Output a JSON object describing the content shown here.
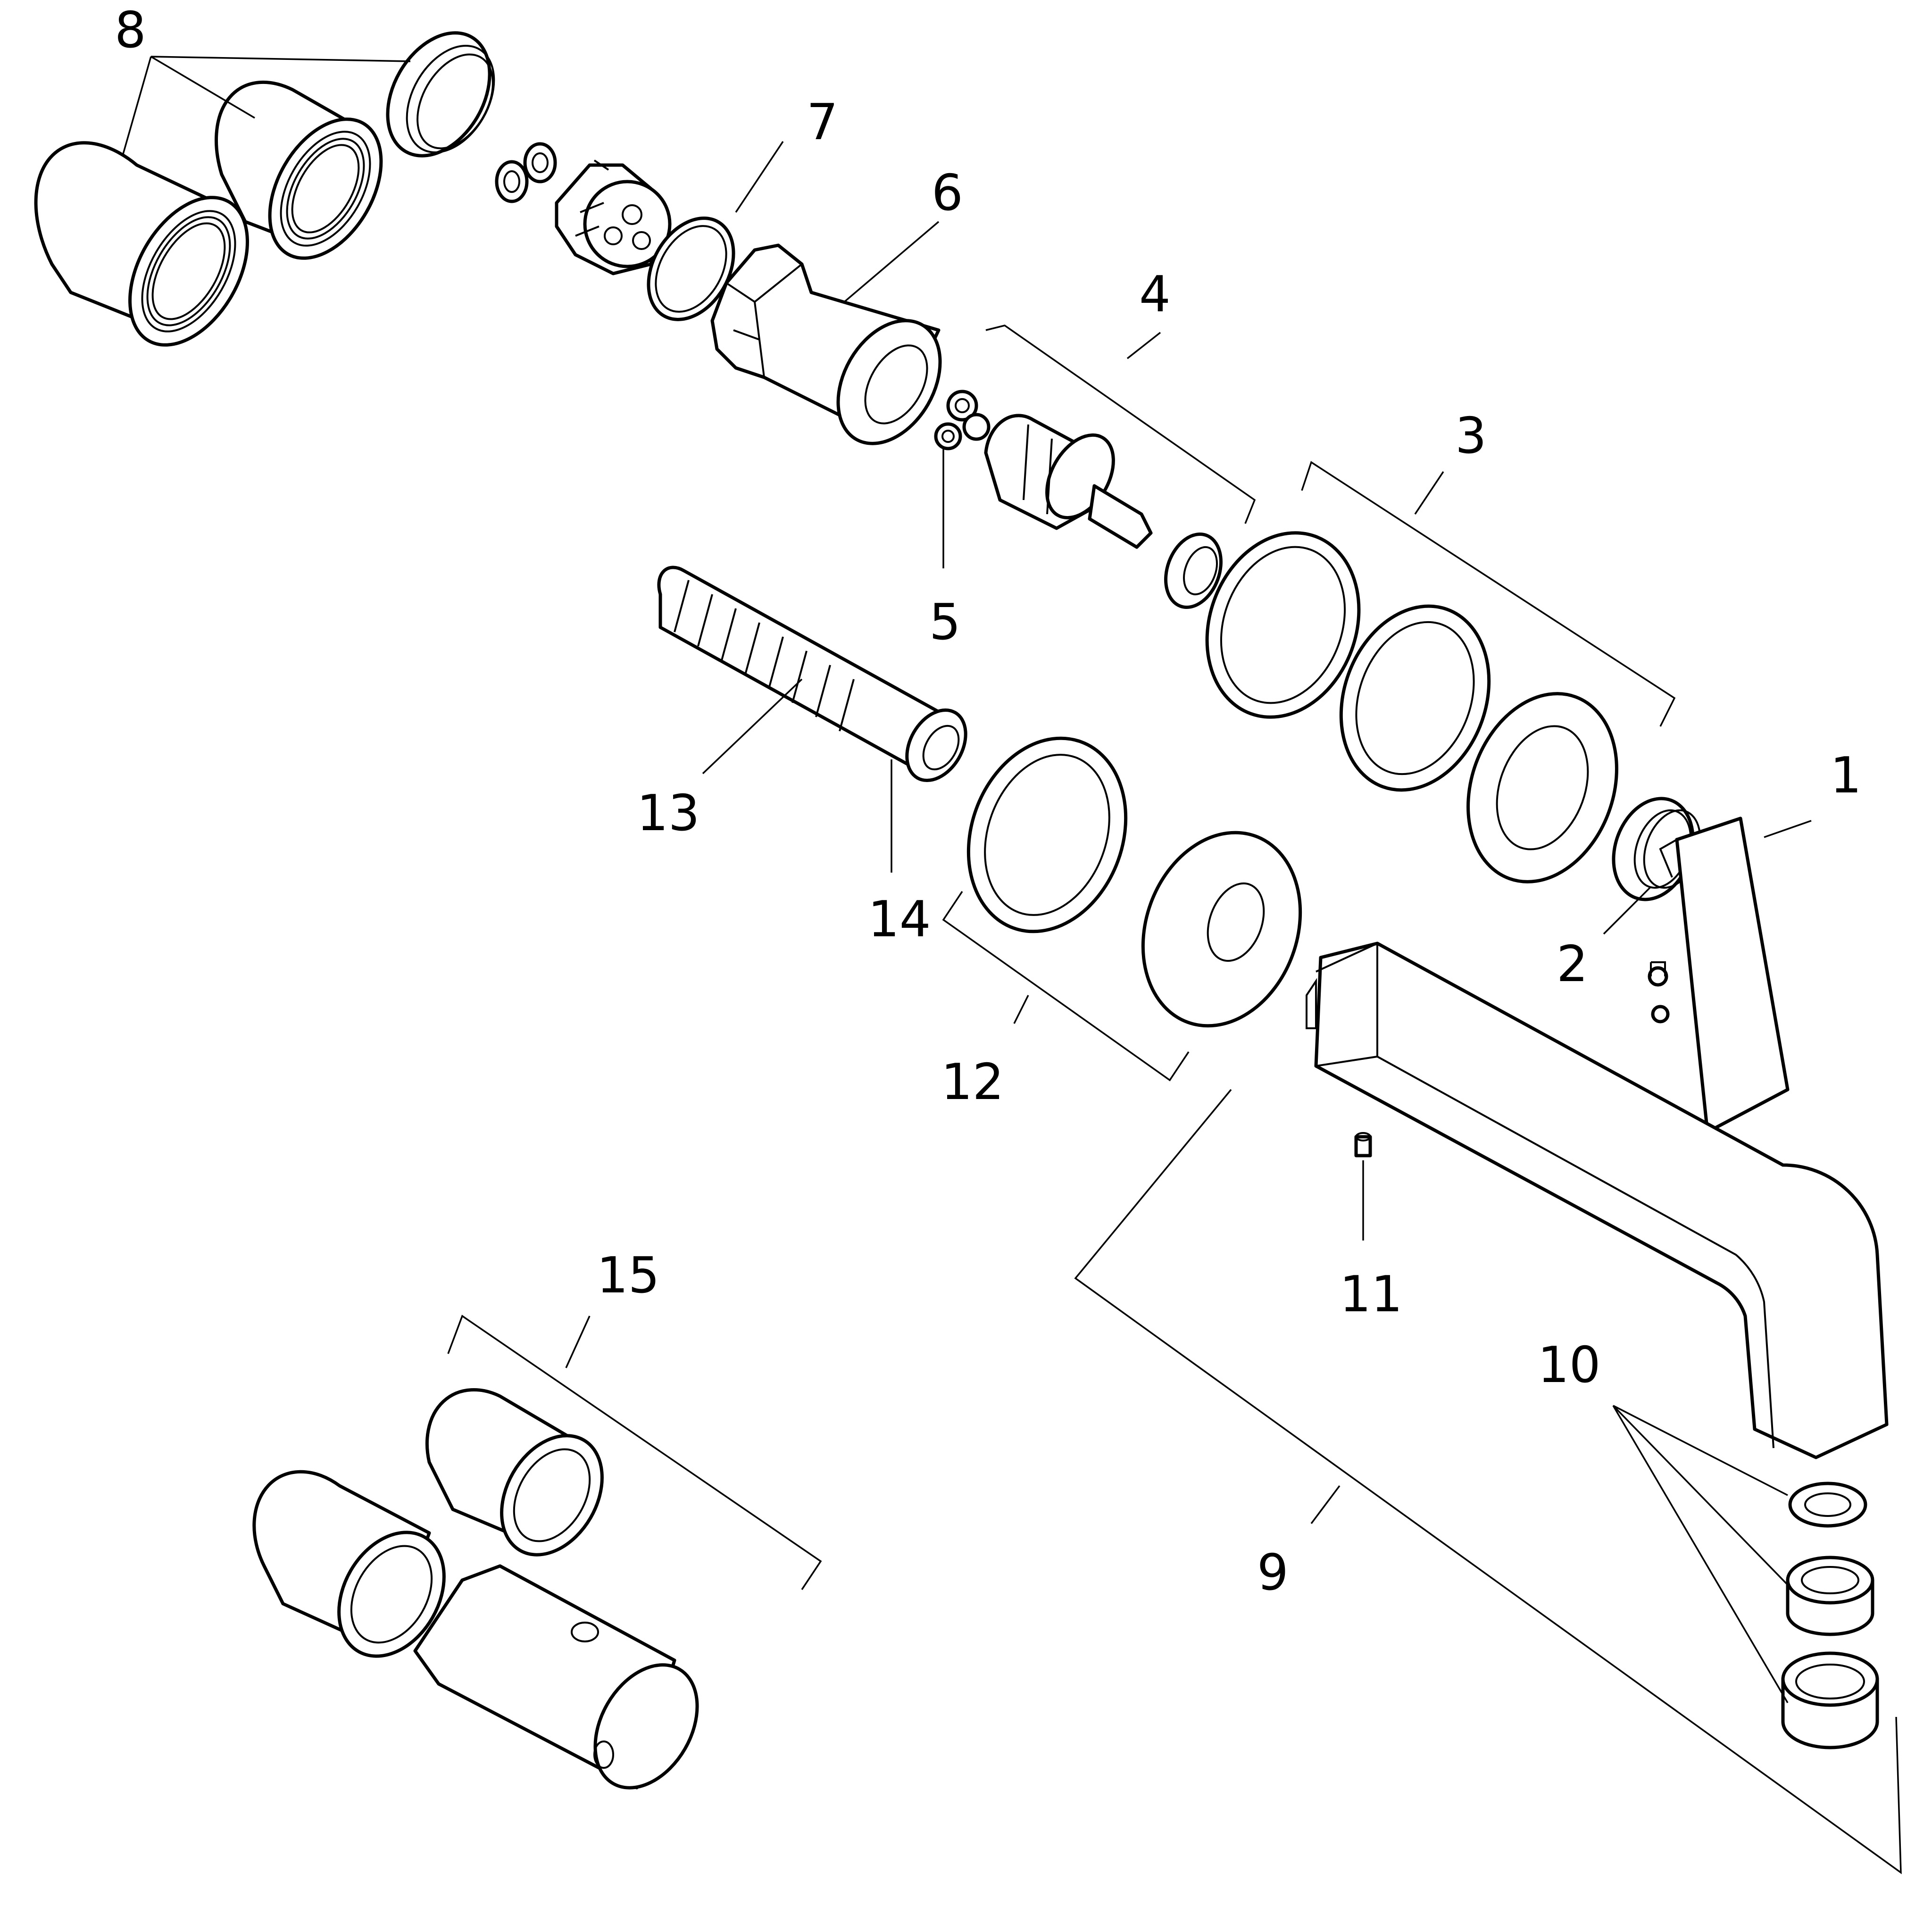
{
  "diagram": {
    "callouts": [
      "1",
      "2",
      "3",
      "4",
      "5",
      "6",
      "7",
      "8",
      "9",
      "10",
      "11",
      "12",
      "13",
      "14",
      "15"
    ],
    "line_color": "#000000",
    "background": "#ffffff"
  }
}
